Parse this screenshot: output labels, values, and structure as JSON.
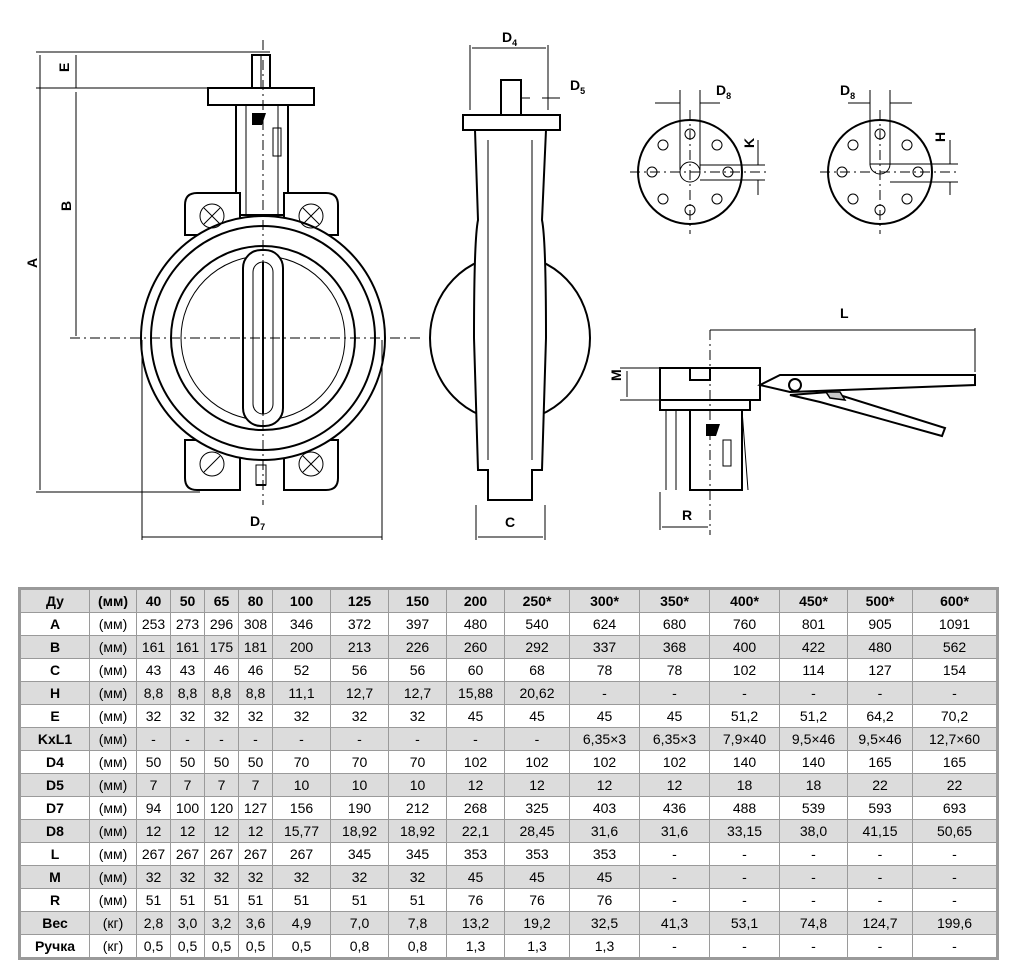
{
  "drawing_labels": {
    "E": {
      "main": "E",
      "sub": ""
    },
    "B": {
      "main": "B",
      "sub": ""
    },
    "A": {
      "main": "A",
      "sub": ""
    },
    "D7": {
      "main": "D",
      "sub": "7"
    },
    "D4": {
      "main": "D",
      "sub": "4"
    },
    "D5": {
      "main": "D",
      "sub": "5"
    },
    "C": {
      "main": "C",
      "sub": ""
    },
    "D8a": {
      "main": "D",
      "sub": "8"
    },
    "K": {
      "main": "K",
      "sub": ""
    },
    "D8b": {
      "main": "D",
      "sub": "8"
    },
    "H": {
      "main": "H",
      "sub": ""
    },
    "L": {
      "main": "L",
      "sub": ""
    },
    "M": {
      "main": "M",
      "sub": ""
    },
    "R": {
      "main": "R",
      "sub": ""
    }
  },
  "table": {
    "header": [
      "Ду",
      "(мм)",
      "40",
      "50",
      "65",
      "80",
      "100",
      "125",
      "150",
      "200",
      "250*",
      "300*",
      "350*",
      "400*",
      "450*",
      "500*",
      "600*"
    ],
    "rows": [
      [
        "A",
        "(мм)",
        "253",
        "273",
        "296",
        "308",
        "346",
        "372",
        "397",
        "480",
        "540",
        "624",
        "680",
        "760",
        "801",
        "905",
        "1091"
      ],
      [
        "B",
        "(мм)",
        "161",
        "161",
        "175",
        "181",
        "200",
        "213",
        "226",
        "260",
        "292",
        "337",
        "368",
        "400",
        "422",
        "480",
        "562"
      ],
      [
        "C",
        "(мм)",
        "43",
        "43",
        "46",
        "46",
        "52",
        "56",
        "56",
        "60",
        "68",
        "78",
        "78",
        "102",
        "114",
        "127",
        "154"
      ],
      [
        "H",
        "(мм)",
        "8,8",
        "8,8",
        "8,8",
        "8,8",
        "11,1",
        "12,7",
        "12,7",
        "15,88",
        "20,62",
        "-",
        "-",
        "-",
        "-",
        "-",
        "-"
      ],
      [
        "E",
        "(мм)",
        "32",
        "32",
        "32",
        "32",
        "32",
        "32",
        "32",
        "45",
        "45",
        "45",
        "45",
        "51,2",
        "51,2",
        "64,2",
        "70,2"
      ],
      [
        "KxL1",
        "(мм)",
        "-",
        "-",
        "-",
        "-",
        "-",
        "-",
        "-",
        "-",
        "-",
        "6,35×3",
        "6,35×3",
        "7,9×40",
        "9,5×46",
        "9,5×46",
        "12,7×60"
      ],
      [
        "D4",
        "(мм)",
        "50",
        "50",
        "50",
        "50",
        "70",
        "70",
        "70",
        "102",
        "102",
        "102",
        "102",
        "140",
        "140",
        "165",
        "165"
      ],
      [
        "D5",
        "(мм)",
        "7",
        "7",
        "7",
        "7",
        "10",
        "10",
        "10",
        "12",
        "12",
        "12",
        "12",
        "18",
        "18",
        "22",
        "22"
      ],
      [
        "D7",
        "(мм)",
        "94",
        "100",
        "120",
        "127",
        "156",
        "190",
        "212",
        "268",
        "325",
        "403",
        "436",
        "488",
        "539",
        "593",
        "693"
      ],
      [
        "D8",
        "(мм)",
        "12",
        "12",
        "12",
        "12",
        "15,77",
        "18,92",
        "18,92",
        "22,1",
        "28,45",
        "31,6",
        "31,6",
        "33,15",
        "38,0",
        "41,15",
        "50,65"
      ],
      [
        "L",
        "(мм)",
        "267",
        "267",
        "267",
        "267",
        "267",
        "345",
        "345",
        "353",
        "353",
        "353",
        "-",
        "-",
        "-",
        "-",
        "-"
      ],
      [
        "M",
        "(мм)",
        "32",
        "32",
        "32",
        "32",
        "32",
        "32",
        "32",
        "45",
        "45",
        "45",
        "-",
        "-",
        "-",
        "-",
        "-"
      ],
      [
        "R",
        "(мм)",
        "51",
        "51",
        "51",
        "51",
        "51",
        "51",
        "51",
        "76",
        "76",
        "76",
        "-",
        "-",
        "-",
        "-",
        "-"
      ],
      [
        "Вес",
        "(кг)",
        "2,8",
        "3,0",
        "3,2",
        "3,6",
        "4,9",
        "7,0",
        "7,8",
        "13,2",
        "19,2",
        "32,5",
        "41,3",
        "53,1",
        "74,8",
        "124,7",
        "199,6"
      ],
      [
        "Ручка",
        "(кг)",
        "0,5",
        "0,5",
        "0,5",
        "0,5",
        "0,5",
        "0,8",
        "0,8",
        "1,3",
        "1,3",
        "1,3",
        "-",
        "-",
        "-",
        "-",
        "-"
      ]
    ]
  }
}
